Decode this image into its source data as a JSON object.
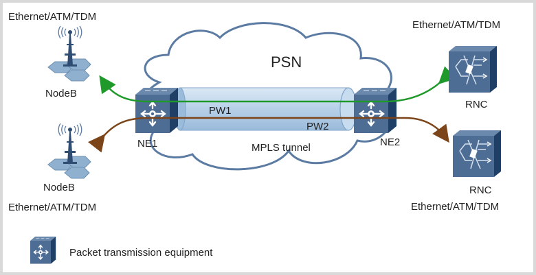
{
  "diagram": {
    "cloud_label": "PSN",
    "tunnel_label": "MPLS tunnel",
    "pseudowires": [
      {
        "label": "PW1",
        "color": "#1f9a2a"
      },
      {
        "label": "PW2",
        "color": "#7b4519"
      }
    ],
    "nodes": {
      "nodeb_top": {
        "label": "NodeB",
        "interface": "Ethernet/ATM/TDM"
      },
      "nodeb_bottom": {
        "label": "NodeB",
        "interface": "Ethernet/ATM/TDM"
      },
      "ne1": {
        "label": "NE1"
      },
      "ne2": {
        "label": "NE2"
      },
      "rnc_top": {
        "label": "RNC",
        "interface": "Ethernet/ATM/TDM"
      },
      "rnc_bottom": {
        "label": "RNC",
        "interface": "Ethernet/ATM/TDM"
      }
    },
    "legend": {
      "label": "Packet transmission equipment"
    },
    "colors": {
      "device_blue": "#4d6d95",
      "device_dark": "#1f3f66",
      "cloud_stroke": "#5b7ba3",
      "tunnel_fill": "#b9d3ea",
      "tower": "#2f4c72",
      "hex": "#8fb0cf"
    }
  }
}
